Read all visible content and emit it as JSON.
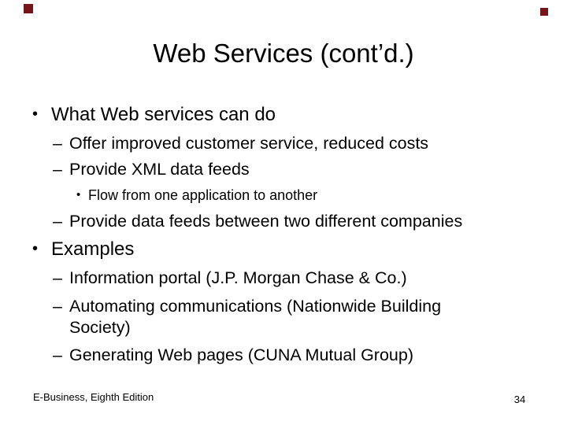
{
  "slide": {
    "title": "Web Services (cont’d.)",
    "decor": {
      "corner_square_color": "#771417"
    },
    "body": {
      "items": [
        {
          "level": 1,
          "marker": "•",
          "text": "What Web services can do"
        },
        {
          "level": 2,
          "marker": "–",
          "text": "Offer improved customer service, reduced costs"
        },
        {
          "level": 2,
          "marker": "–",
          "text": "Provide XML data feeds"
        },
        {
          "level": 3,
          "marker": "•",
          "text": "Flow from one application to another"
        },
        {
          "level": 2,
          "marker": "–",
          "text": "Provide data feeds between two different companies"
        },
        {
          "level": 1,
          "marker": "•",
          "text": "Examples"
        },
        {
          "level": 2,
          "marker": "–",
          "text": "Information portal (J.P. Morgan Chase & Co.)"
        },
        {
          "level": 2,
          "marker": "–",
          "text": "Automating communications (Nationwide Building Society)"
        },
        {
          "level": 2,
          "marker": "–",
          "text": "Generating Web pages (CUNA Mutual Group)"
        }
      ]
    },
    "footer": {
      "left": "E-Business, Eighth Edition",
      "page_number": "34"
    }
  }
}
